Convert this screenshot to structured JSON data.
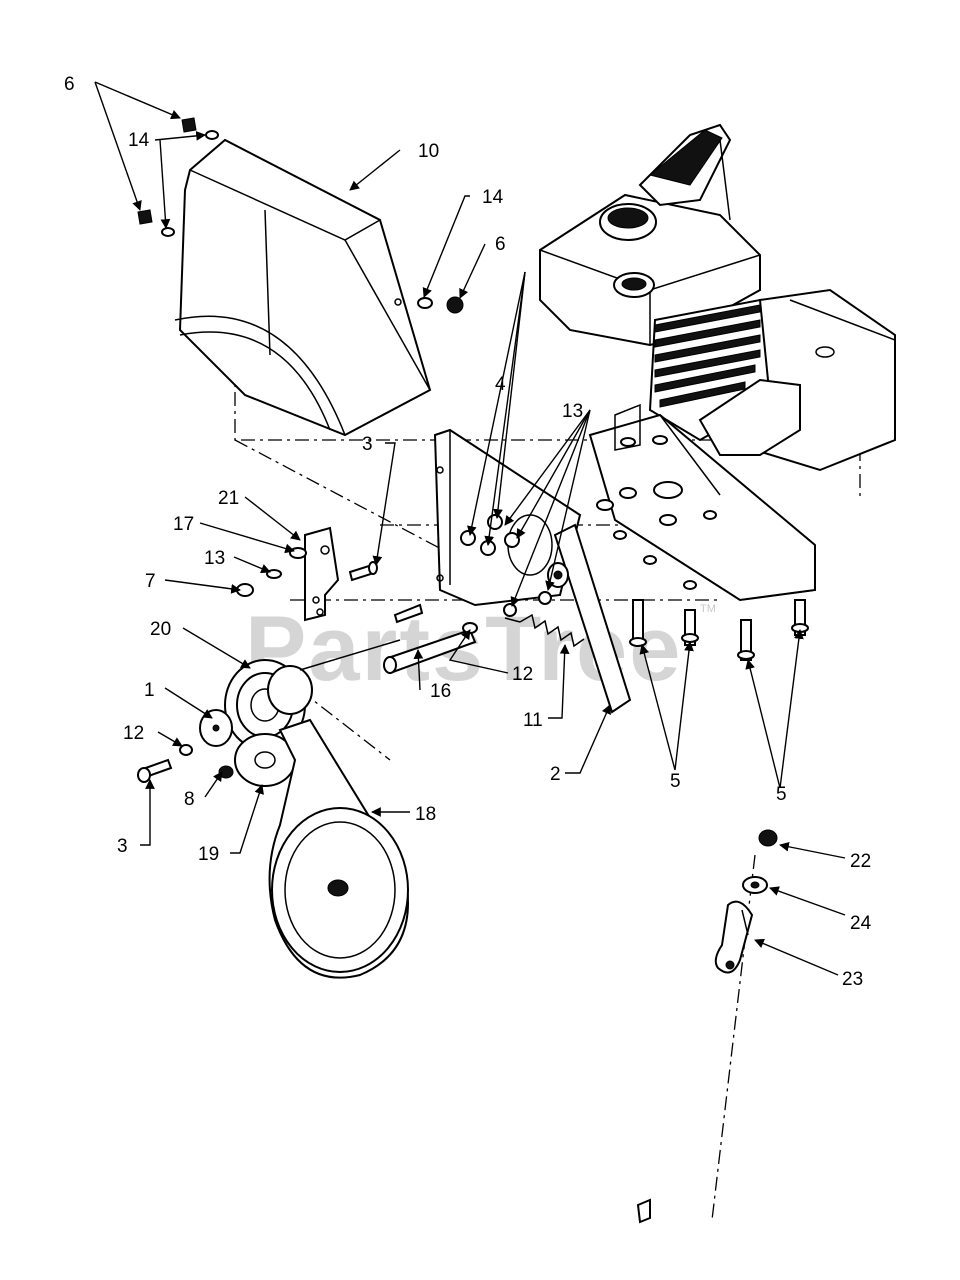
{
  "watermark": {
    "text": "PartsTree",
    "tm": "TM"
  },
  "callouts": {
    "c6a": "6",
    "c14a": "14",
    "c10": "10",
    "c14b": "14",
    "c6b": "6",
    "c4": "4",
    "c13a": "13",
    "c3a": "3",
    "c21": "21",
    "c17": "17",
    "c13b": "13",
    "c7": "7",
    "c20": "20",
    "c1": "1",
    "c12a": "12",
    "c3b": "3",
    "c8": "8",
    "c19": "19",
    "c16": "16",
    "c12b": "12",
    "c11": "11",
    "c2": "2",
    "c5a": "5",
    "c5b": "5",
    "c18": "18",
    "c22": "22",
    "c24": "24",
    "c23": "23"
  }
}
